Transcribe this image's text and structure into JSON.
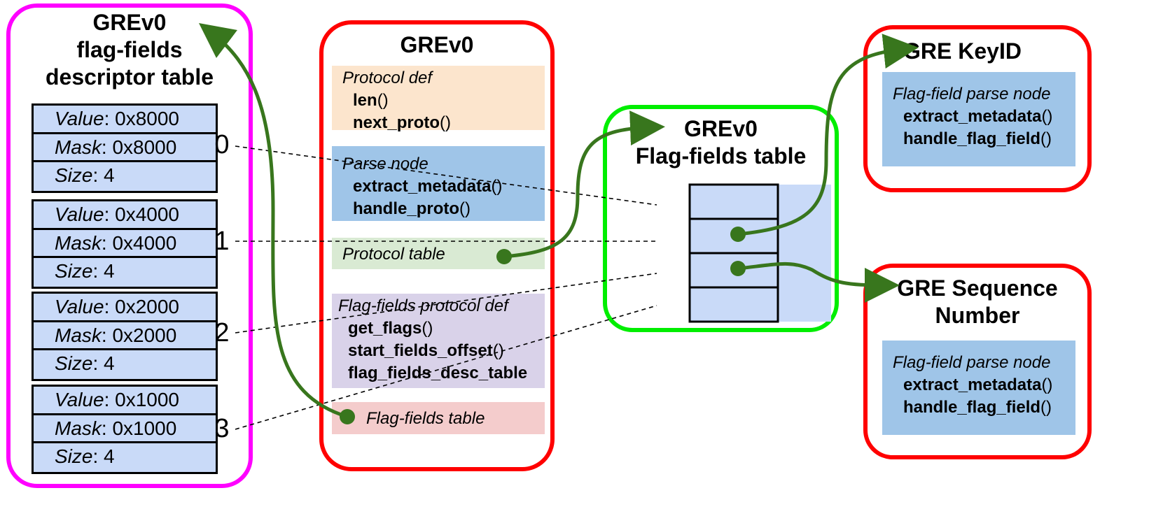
{
  "descriptor_table": {
    "title_line1": "GREv0",
    "title_line2": "flag-fields",
    "title_line3": "descriptor table",
    "entries": [
      {
        "index": "0",
        "value_label": "Value",
        "value": ": 0x8000",
        "mask_label": "Mask",
        "mask": ": 0x8000",
        "size_label": "Size",
        "size": ": 4"
      },
      {
        "index": "1",
        "value_label": "Value",
        "value": ": 0x4000",
        "mask_label": "Mask",
        "mask": ": 0x4000",
        "size_label": "Size",
        "size": ": 4"
      },
      {
        "index": "2",
        "value_label": "Value",
        "value": ": 0x2000",
        "mask_label": "Mask",
        "mask": ": 0x2000",
        "size_label": "Size",
        "size": ": 4"
      },
      {
        "index": "3",
        "value_label": "Value",
        "value": ": 0x1000",
        "mask_label": "Mask",
        "mask": ": 0x1000",
        "size_label": "Size",
        "size": ": 4"
      }
    ]
  },
  "grev0": {
    "title": "GREv0",
    "protocol_def": {
      "heading": "Protocol def",
      "items": [
        {
          "name": "len",
          "suffix": "()"
        },
        {
          "name": "next_proto",
          "suffix": "()"
        }
      ]
    },
    "parse_node": {
      "heading": "Parse node",
      "items": [
        {
          "name": "extract_metadata",
          "suffix": "()"
        },
        {
          "name": "handle_proto",
          "suffix": "()"
        }
      ]
    },
    "protocol_table": {
      "heading": "Protocol table"
    },
    "flag_fields_protocol_def": {
      "heading": "Flag-fields protocol def",
      "items": [
        {
          "name": "get_flags",
          "suffix": "()"
        },
        {
          "name": "start_fields_offset",
          "suffix": "()"
        },
        {
          "name": "flag_fields_desc_table",
          "suffix": ""
        }
      ]
    },
    "flag_fields_table": {
      "heading": "Flag-fields table"
    }
  },
  "flag_fields_table": {
    "title_line1": "GREv0",
    "title_line2": "Flag-fields table",
    "indices": [
      "0",
      "1",
      "2",
      "3"
    ]
  },
  "gre_keyid": {
    "title": "GRE KeyID",
    "node": {
      "heading": "Flag-field parse node",
      "items": [
        {
          "name": "extract_metadata",
          "suffix": "()"
        },
        {
          "name": "handle_flag_field",
          "suffix": "()"
        }
      ]
    }
  },
  "gre_seq": {
    "title_line1": "GRE Sequence",
    "title_line2": "Number",
    "node": {
      "heading": "Flag-field parse node",
      "items": [
        {
          "name": "extract_metadata",
          "suffix": "()"
        },
        {
          "name": "handle_flag_field",
          "suffix": "()"
        }
      ]
    }
  },
  "colors": {
    "descriptor_frame": "#ff00ff",
    "grev0_frame": "#ff0000",
    "flag_table_frame": "#00ee00",
    "arrow": "#38761d",
    "protocol_def_bg": "#fce5cd",
    "parse_node_bg": "#9fc5e8",
    "protocol_table_bg": "#d9ead3",
    "flag_fields_def_bg": "#d9d2e9",
    "flag_fields_table_bg": "#f4cccc",
    "cell_bg": "#c9daf8"
  }
}
